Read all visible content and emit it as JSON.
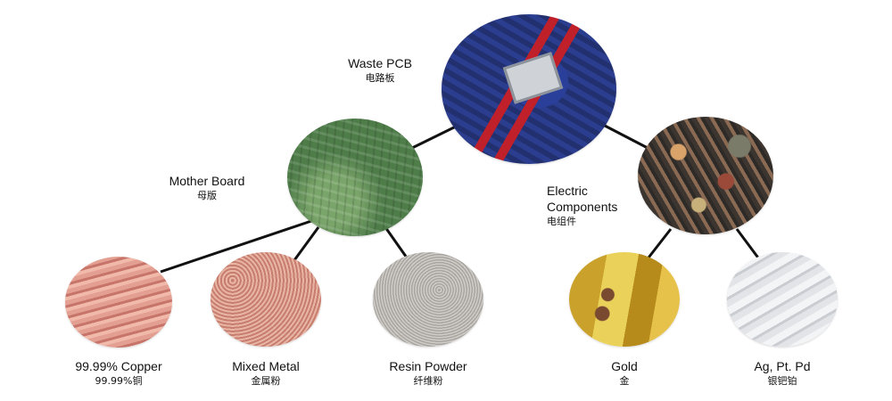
{
  "nodes": {
    "pcb": {
      "en": "Waste PCB",
      "zh": "电路板"
    },
    "board": {
      "en": "Mother Board",
      "zh": "母版"
    },
    "comp": {
      "en_line1": "Electric",
      "en_line2": "Components",
      "zh": "电组件"
    },
    "copper": {
      "en": "99.99% Copper",
      "zh": "99.99%铜"
    },
    "metal": {
      "en": "Mixed Metal",
      "zh": "金属粉"
    },
    "resin": {
      "en": "Resin Powder",
      "zh": "纤维粉"
    },
    "gold": {
      "en": "Gold",
      "zh": "金"
    },
    "silver": {
      "en": "Ag, Pt. Pd",
      "zh": "银钯铂"
    }
  },
  "colors": {
    "connector": "#111111",
    "text": "#111111"
  }
}
